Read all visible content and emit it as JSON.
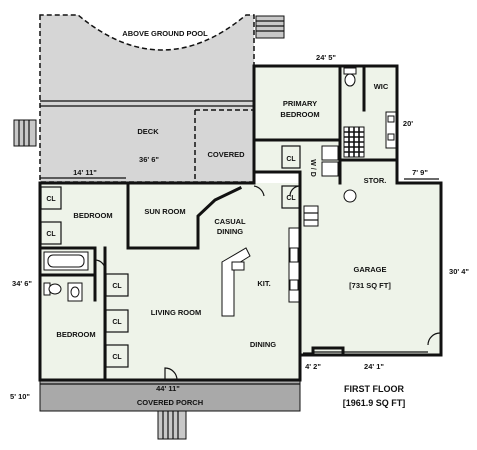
{
  "colors": {
    "floor": "#eef3e9",
    "deck": "#d6d6d6",
    "porch": "#a9a9a9",
    "wall": "#111111"
  },
  "labels": {
    "pool": "ABOVE GROUND POOL",
    "deck": "DECK",
    "covered": "COVERED",
    "primary_bedroom_line1": "PRIMARY",
    "primary_bedroom_line2": "BEDROOM",
    "wic": "WIC",
    "stor": "STOR.",
    "wd": "W / D",
    "bedroom_upper": "BEDROOM",
    "sun_room": "SUN ROOM",
    "casual_line1": "CASUAL",
    "casual_line2": "DINING",
    "kitchen": "KIT.",
    "living_room": "LIVING ROOM",
    "bedroom_lower": "BEDROOM",
    "dining": "DINING",
    "garage_line1": "GARAGE",
    "garage_line2": "[731 SQ FT]",
    "covered_porch": "COVERED PORCH",
    "closet": "CL"
  },
  "dimensions": {
    "top_right_width": "24' 5\"",
    "primary_depth": "20'",
    "deck_width": "36' 6\"",
    "bedroom_width": "14' 11\"",
    "stor_width": "7' 9\"",
    "house_depth": "34' 6\"",
    "garage_depth": "30' 4\"",
    "garage_width": "24' 1\"",
    "step_width": "4' 2\"",
    "house_width": "44' 11\"",
    "porch_depth": "5' 10\""
  },
  "title": {
    "line1": "FIRST FLOOR",
    "line2": "[1961.9 SQ FT]"
  }
}
